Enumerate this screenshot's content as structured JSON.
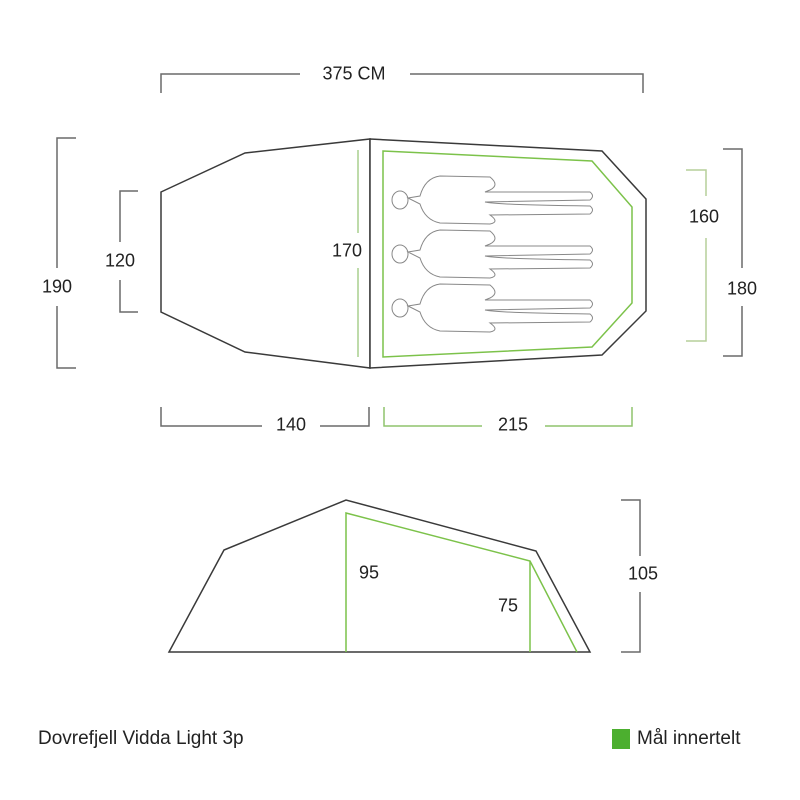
{
  "colors": {
    "outline": "#3a3a3a",
    "dimension_line": "#6a6a6a",
    "inner_tent": "#7cc24a",
    "legend_swatch": "#4caf2f",
    "text": "#222222"
  },
  "top_view": {
    "total_length": "375 CM",
    "total_width": "190",
    "vestibule_end_width": "120",
    "vestibule_length": "140",
    "inner_tent_length": "215",
    "inner_tent_front_width": "170",
    "inner_tent_width": "160",
    "outer_back_width": "180",
    "occupants": 3
  },
  "side_view": {
    "total_height": "105",
    "inner_front_height": "95",
    "inner_back_height": "75"
  },
  "footer": {
    "product_name": "Dovrefjell Vidda Light 3p",
    "legend_label": "Mål innertelt",
    "legend_icon": "green-square-icon"
  }
}
